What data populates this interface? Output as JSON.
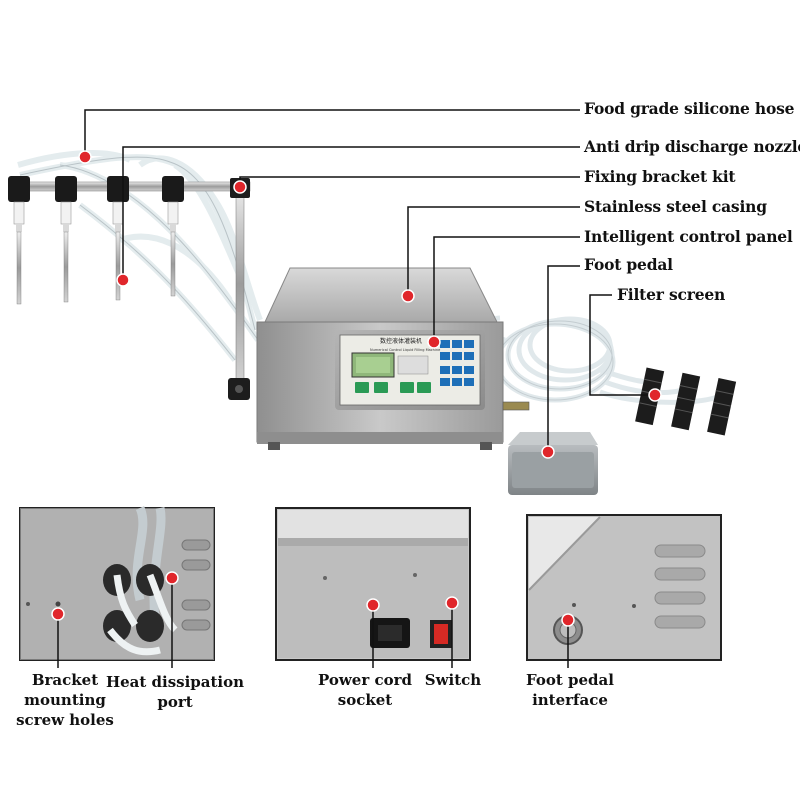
{
  "callouts": {
    "hose": "Food grade silicone hose",
    "nozzle": "Anti drip discharge nozzle",
    "bracket_kit": "Fixing bracket kit",
    "casing": "Stainless steel casing",
    "control_panel": "Intelligent control panel",
    "foot_pedal": "Foot pedal",
    "filter": "Filter screen"
  },
  "panel_text": {
    "title_cn": "数控液体灌装机",
    "title_en": "Numerical Control Liquid Filling Machine"
  },
  "details": {
    "bracket_holes": "Bracket\nmounting\nscrew holes",
    "heat_port": "Heat dissipation\nport",
    "power_socket": "Power cord\nsocket",
    "switch": "Switch",
    "pedal_interface": "Foot pedal\ninterface"
  },
  "colors": {
    "marker": "#e0262b",
    "casing": "#b9b9b9",
    "panel": "#e9e9e4",
    "lcd": "#8fb77a",
    "buttons_green": "#2a9a55",
    "buttons_blue": "#1e6fb8"
  }
}
